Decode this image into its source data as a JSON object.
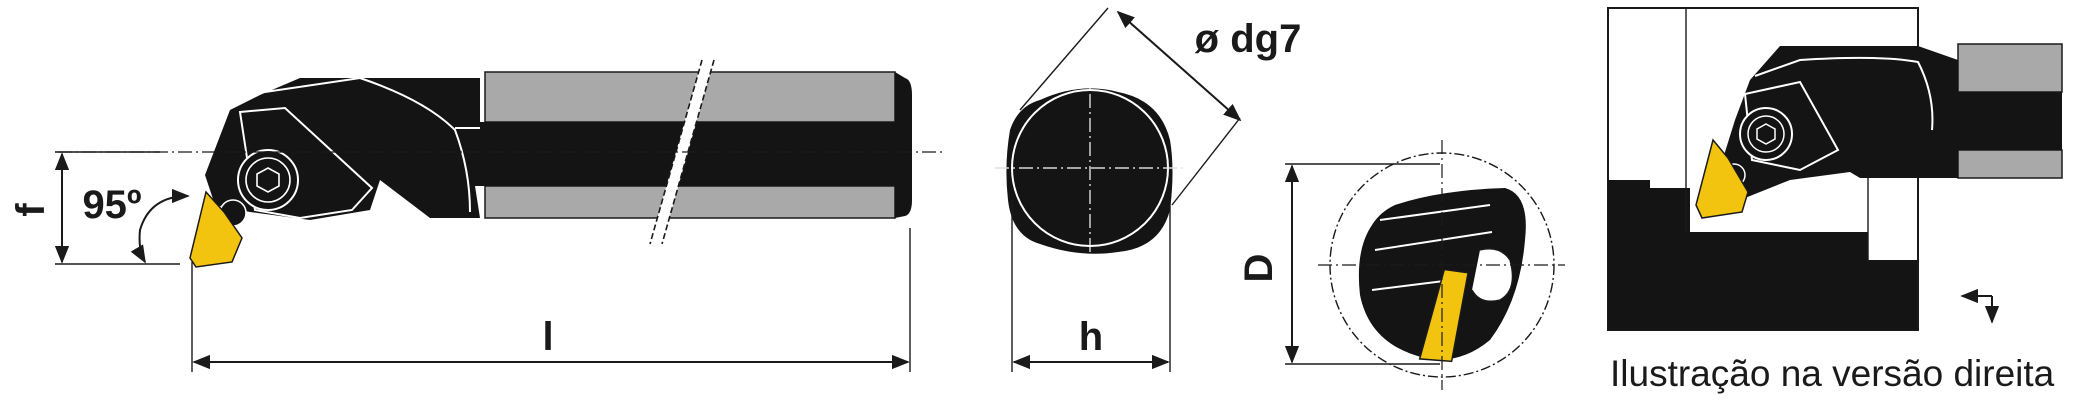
{
  "labels": {
    "f": "f",
    "angle": "95º",
    "l": "l",
    "diameter": "ø dg7",
    "h": "h",
    "D": "D",
    "caption": "Ilustração na versão direita"
  },
  "colors": {
    "body": "#141414",
    "shank_grey": "#a9a9a9",
    "insert_yellow": "#f2c40f",
    "line": "#1a1a1a"
  }
}
